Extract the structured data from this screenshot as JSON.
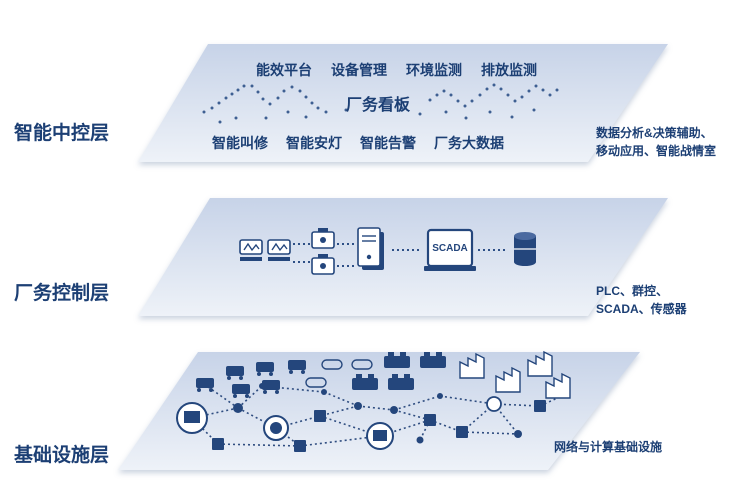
{
  "layers": {
    "top": {
      "label": "智能中控层",
      "board_title": "厂务看板",
      "row1": [
        "能效平台",
        "设备管理",
        "环境监测",
        "排放监测"
      ],
      "row2": [
        "智能叫修",
        "智能安灯",
        "智能告警",
        "厂务大数据"
      ],
      "note_line1": "数据分析&决策辅助、",
      "note_line2": "移动应用、智能战情室"
    },
    "middle": {
      "label": "厂务控制层",
      "scada_label": "SCADA",
      "note_line1": "PLC、群控、",
      "note_line2": "SCADA、传感器"
    },
    "bottom": {
      "label": "基础设施层",
      "note": "网络与计算基础设施"
    }
  },
  "colors": {
    "plane_top": "#c9d4e8",
    "plane_bottom": "#e9eef7",
    "accent": "#1c3f74"
  }
}
